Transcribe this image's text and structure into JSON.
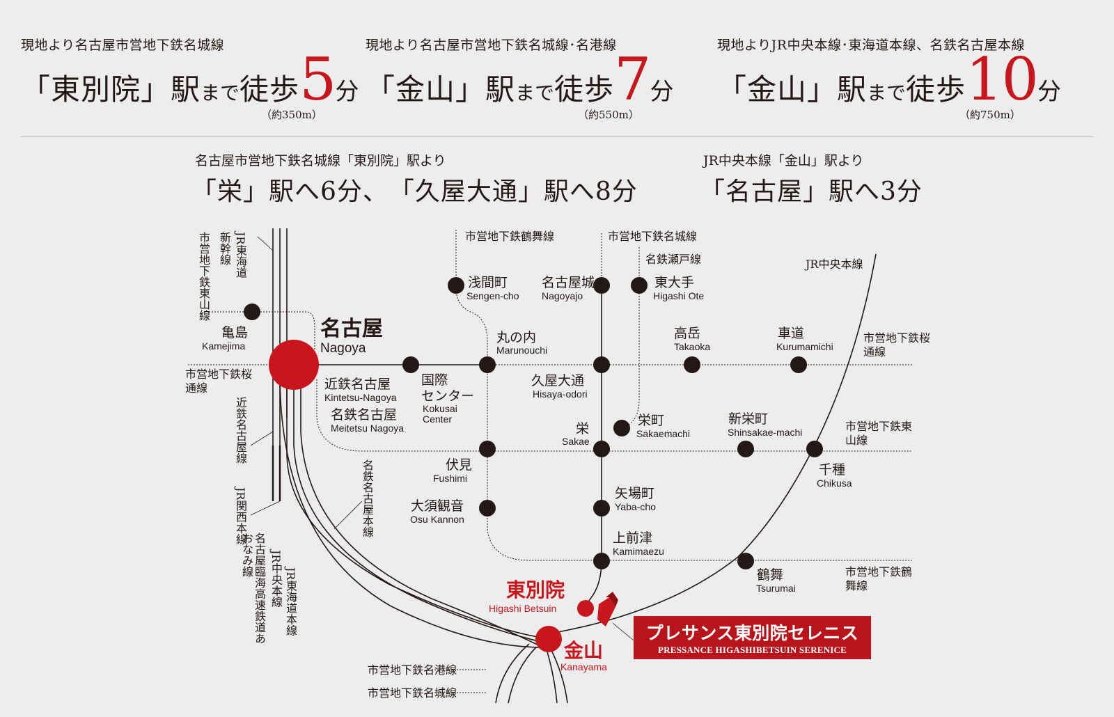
{
  "access": [
    {
      "line": "現地より名古屋市営地下鉄名城線",
      "station": "「東別院」駅",
      "mid": "まで",
      "walk": "徒歩",
      "minutes": "5",
      "unit": "分",
      "distance": "（約350m）"
    },
    {
      "line": "現地より名古屋市営地下鉄名城線･名港線",
      "station": "「金山」駅",
      "mid": "まで",
      "walk": "徒歩",
      "minutes": "7",
      "unit": "分",
      "distance": "（約550m）"
    },
    {
      "line": "現地よりJR中央本線･東海道本線、名鉄名古屋本線",
      "station": "「金山」駅",
      "mid": "まで",
      "walk": "徒歩",
      "minutes": "10",
      "unit": "分",
      "distance": "（約750m）"
    }
  ],
  "transfer": [
    {
      "from": "名古屋市営地下鉄名城線「東別院」駅より",
      "to": "「栄」駅へ6分、　「久屋大通」駅へ8分"
    },
    {
      "from": "JR中央本線「金山」駅より",
      "to": "「名古屋」駅へ3分"
    }
  ],
  "colors": {
    "accent": "#c8161d",
    "station": "#231815",
    "background": "#ededed",
    "line": "#231815"
  },
  "map": {
    "stations": {
      "nagoya": {
        "jp": "名古屋",
        "en": "Nagoya"
      },
      "kamejima": {
        "jp": "亀島",
        "en": "Kamejima"
      },
      "kintetsu": {
        "jp": "近鉄名古屋",
        "en": "Kintetsu-Nagoya"
      },
      "meitetsu": {
        "jp": "名鉄名古屋",
        "en": "Meitetsu Nagoya"
      },
      "kokusai": {
        "jp1": "国際",
        "jp2": "センター",
        "en1": "Kokusai",
        "en2": "Center"
      },
      "sengencho": {
        "jp": "浅間町",
        "en": "Sengen-cho"
      },
      "marunouchi": {
        "jp": "丸の内",
        "en": "Marunouchi"
      },
      "fushimi": {
        "jp": "伏見",
        "en": "Fushimi"
      },
      "osukannon": {
        "jp": "大須観音",
        "en": "Osu Kannon"
      },
      "nagoyajo": {
        "jp": "名古屋城",
        "en": "Nagoyajo"
      },
      "hisaya": {
        "jp": "久屋大通",
        "en": "Hisaya-odori"
      },
      "sakae": {
        "jp": "栄",
        "en": "Sakae"
      },
      "yabacho": {
        "jp": "矢場町",
        "en": "Yaba-cho"
      },
      "kamimaezu": {
        "jp": "上前津",
        "en": "Kamimaezu"
      },
      "higashiote": {
        "jp": "東大手",
        "en": "Higashi Ote"
      },
      "sakaemachi": {
        "jp": "栄町",
        "en": "Sakaemachi"
      },
      "takaoka": {
        "jp": "高岳",
        "en": "Takaoka"
      },
      "kurumamichi": {
        "jp": "車道",
        "en": "Kurumamichi"
      },
      "shinsakae": {
        "jp": "新栄町",
        "en": "Shinsakae-machi"
      },
      "chikusa": {
        "jp": "千種",
        "en": "Chikusa"
      },
      "tsurumai": {
        "jp": "鶴舞",
        "en": "Tsurumai"
      },
      "higashibetsuin": {
        "jp": "東別院",
        "en": "Higashi Betsuin"
      },
      "kanayama": {
        "jp": "金山",
        "en": "Kanayama"
      }
    },
    "lines": {
      "tsurumai_line": "市営地下鉄鶴舞線",
      "meijo_line": "市営地下鉄名城線",
      "seto_line": "名鉄瀬戸線",
      "chuo_line": "JR中央本線",
      "sakuradori_right": "市営地下鉄桜通線",
      "sakuradori_left": "市営地下鉄桜通線",
      "higashiyama_right": "市営地下鉄東山線",
      "tsurumai_right": "市営地下鉄鶴舞線",
      "meiko_line": "市営地下鉄名港線",
      "meijo_bottom": "市営地下鉄名城線",
      "v_higashiyama": "市営地下鉄東山線",
      "v_shinkansen": "新幹線",
      "v_jr_tokaido": "JR東海道",
      "v_kintetsu": "近鉄名古屋線",
      "v_jr_kansai": "JR関西本線",
      "v_aonami": "名古屋臨海高速鉄道あおなみ線",
      "v_jr_chuo": "JR中央本線",
      "v_jr_tokaido2": "JR東海道本線",
      "v_meitetsu": "名鉄名古屋本線"
    }
  },
  "property": {
    "name_jp": "プレサンス東別院セレニス",
    "name_en": "PRESSANCE HIGASHIBETSUIN SERENICE"
  }
}
